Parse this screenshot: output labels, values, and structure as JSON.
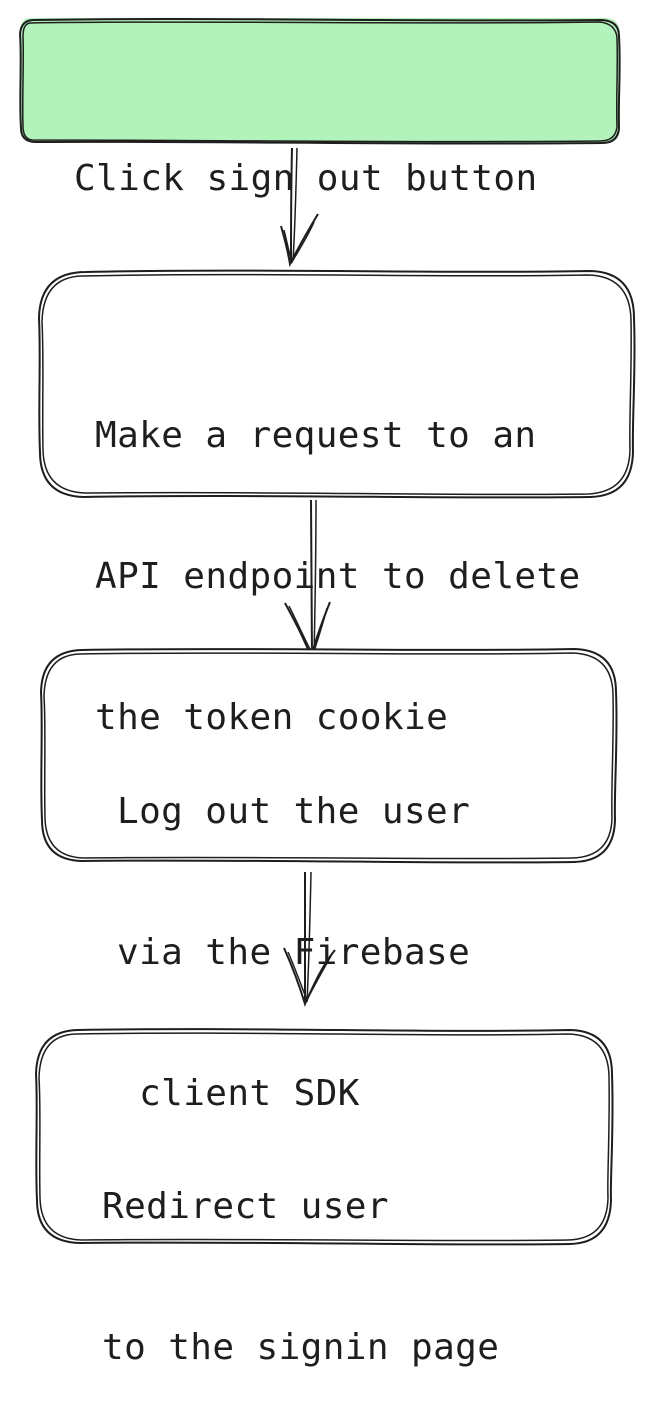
{
  "colors": {
    "stroke": "#1e1e1e",
    "start_fill": "#b2f2bb",
    "node_fill": "#ffffff",
    "text": "#1e1e1e"
  },
  "flowchart": {
    "steps": [
      {
        "lines": [
          "Click sign out button"
        ]
      },
      {
        "lines": [
          "Make a request to an",
          "API endpoint to delete",
          "the token cookie"
        ]
      },
      {
        "lines": [
          "Log out the user",
          "via the Firebase",
          " client SDK"
        ]
      },
      {
        "lines": [
          "Redirect user",
          "to the signin page"
        ]
      }
    ]
  }
}
